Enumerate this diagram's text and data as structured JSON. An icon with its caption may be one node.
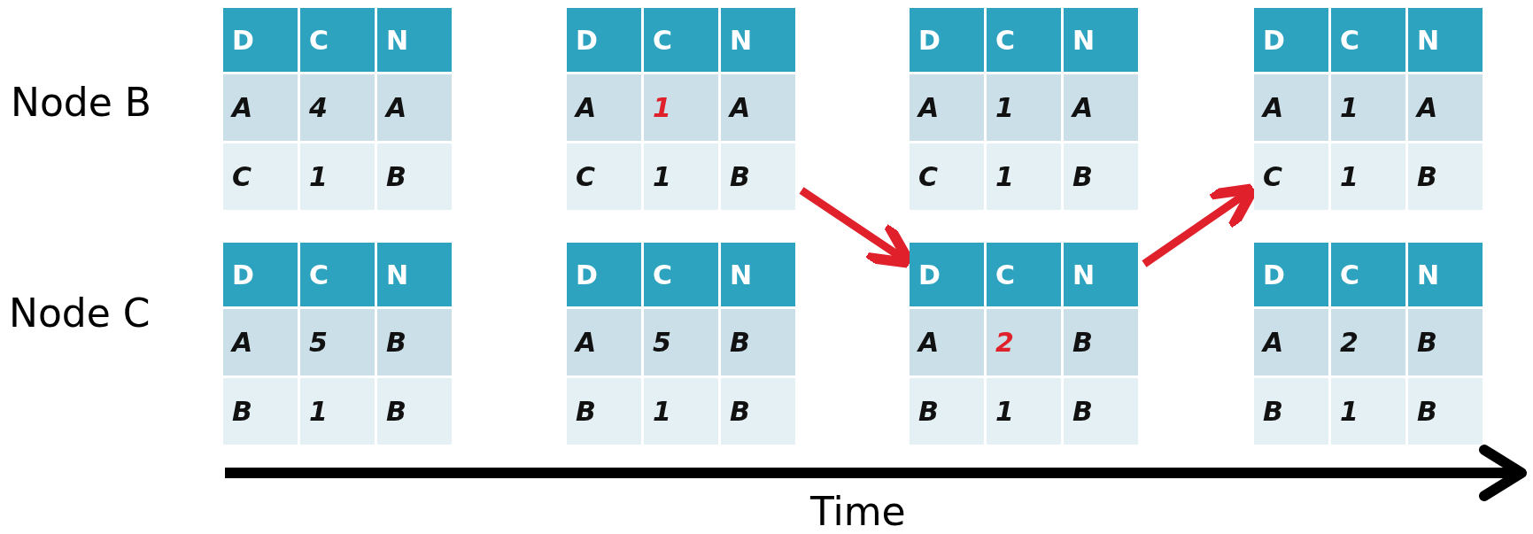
{
  "diagram": {
    "nodes": [
      {
        "text": [
          "D",
          "C",
          "N",
          "A",
          "4",
          "A",
          "C",
          "1",
          "B"
        ]
      },
      {
        "text": [
          "D",
          "C",
          "N",
          "A",
          "1",
          "A",
          "C",
          "1",
          "B"
        ]
      },
      {
        "text": [
          "D",
          "C",
          "N",
          "A",
          "1",
          "A",
          "C",
          "1",
          "B"
        ]
      },
      {
        "text": [
          "D",
          "C",
          "N",
          "A",
          "1",
          "A",
          "C",
          "1",
          "B"
        ]
      },
      {
        "text": [
          "D",
          "C",
          "N",
          "A",
          "5",
          "B",
          "B",
          "1",
          "B"
        ]
      },
      {
        "text": [
          "D",
          "C",
          "N",
          "A",
          "5",
          "B",
          "B",
          "1",
          "B"
        ]
      },
      {
        "text": [
          "D",
          "C",
          "N",
          "A",
          "2",
          "B",
          "B",
          "1",
          "B"
        ]
      },
      {
        "text": [
          "D",
          "C",
          "N",
          "A",
          "2",
          "B",
          "B",
          "1",
          "B"
        ]
      }
    ],
    "edges": [
      {
        "from": 1,
        "to": 6,
        "arrow": "to"
      },
      {
        "from": 6,
        "to": 3,
        "arrow": "to"
      }
    ],
    "labels": [
      "Node B",
      "Node C",
      "Time"
    ]
  }
}
